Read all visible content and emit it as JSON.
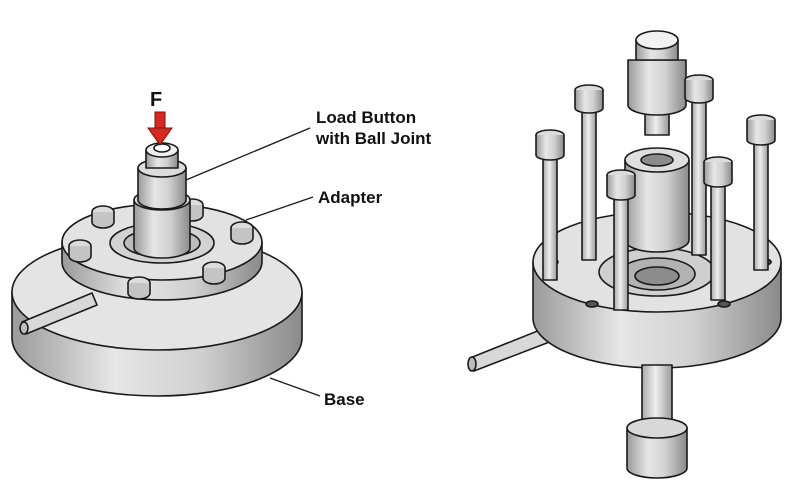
{
  "labels": {
    "force": "F",
    "load_button_line1": "Load Button",
    "load_button_line2": "with Ball Joint",
    "adapter": "Adapter",
    "base": "Base"
  },
  "colors": {
    "metal_light": "#e8e8e8",
    "metal_mid": "#c9c9c9",
    "metal_dark": "#8f8f8f",
    "outline": "#1a1a1a",
    "force_arrow": "#d42b1e"
  },
  "views": [
    "assembled-view",
    "exploded-view"
  ]
}
